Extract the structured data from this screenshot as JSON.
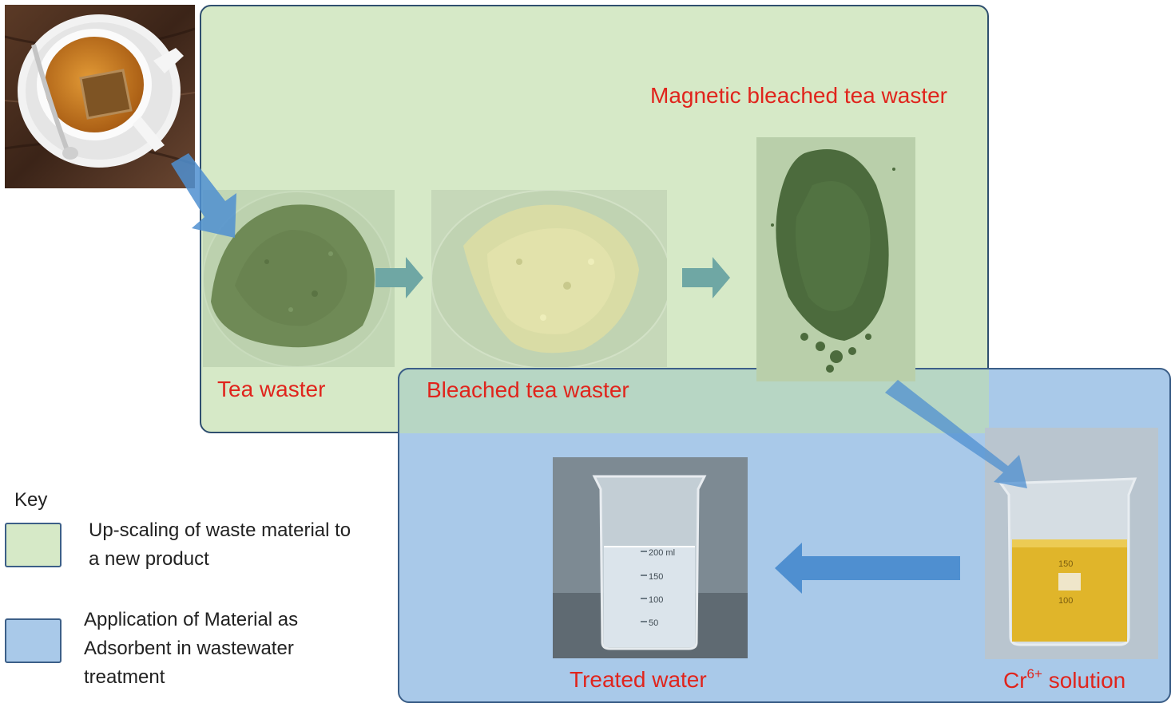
{
  "labels": {
    "tea_waster": "Tea waster",
    "bleached": "Bleached tea waster",
    "magnetic": "Magnetic bleached tea waster",
    "treated": "Treated water",
    "cr_prefix": "Cr",
    "cr_sup": "6+",
    "cr_suffix": " solution"
  },
  "key": {
    "title": "Key",
    "green_line1": "Up-scaling of waste material to",
    "green_line2": "a new product",
    "blue_line1": "Application of Material as",
    "blue_line2": "Adsorbent in wastewater",
    "blue_line3": "treatment"
  },
  "beaker_marks": {
    "treated": [
      "200 ml",
      "150",
      "100",
      "50"
    ],
    "cr": [
      "150",
      "100"
    ]
  },
  "colors": {
    "label_red": "#e0241c",
    "green_panel": "#d6e9c7",
    "blue_panel": "#a9c9e9",
    "teal_arrow": "#6fa7a4",
    "blue_arrow": "#4f8fd0"
  }
}
